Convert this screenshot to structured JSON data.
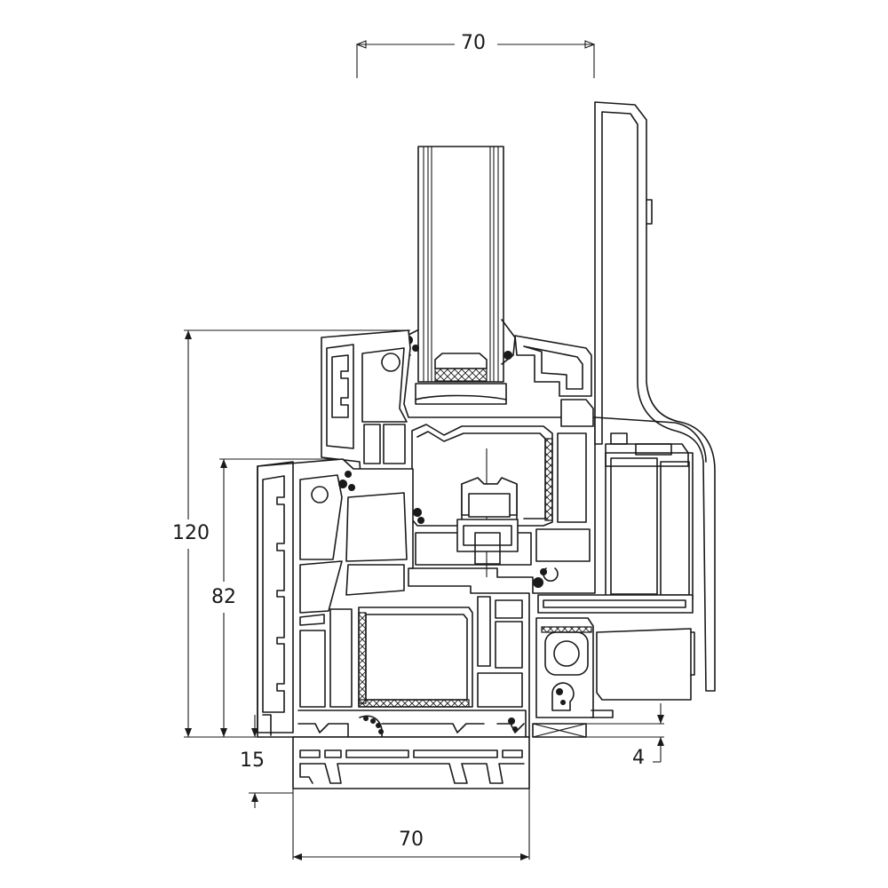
{
  "dimensions": {
    "top_width": "70",
    "bottom_width": "70",
    "left_outer_height": "120",
    "left_inner_height": "82",
    "left_bottom_offset": "15",
    "right_bottom_offset": "4"
  },
  "colors": {
    "line": "#1a1a1a",
    "background": "#ffffff"
  }
}
